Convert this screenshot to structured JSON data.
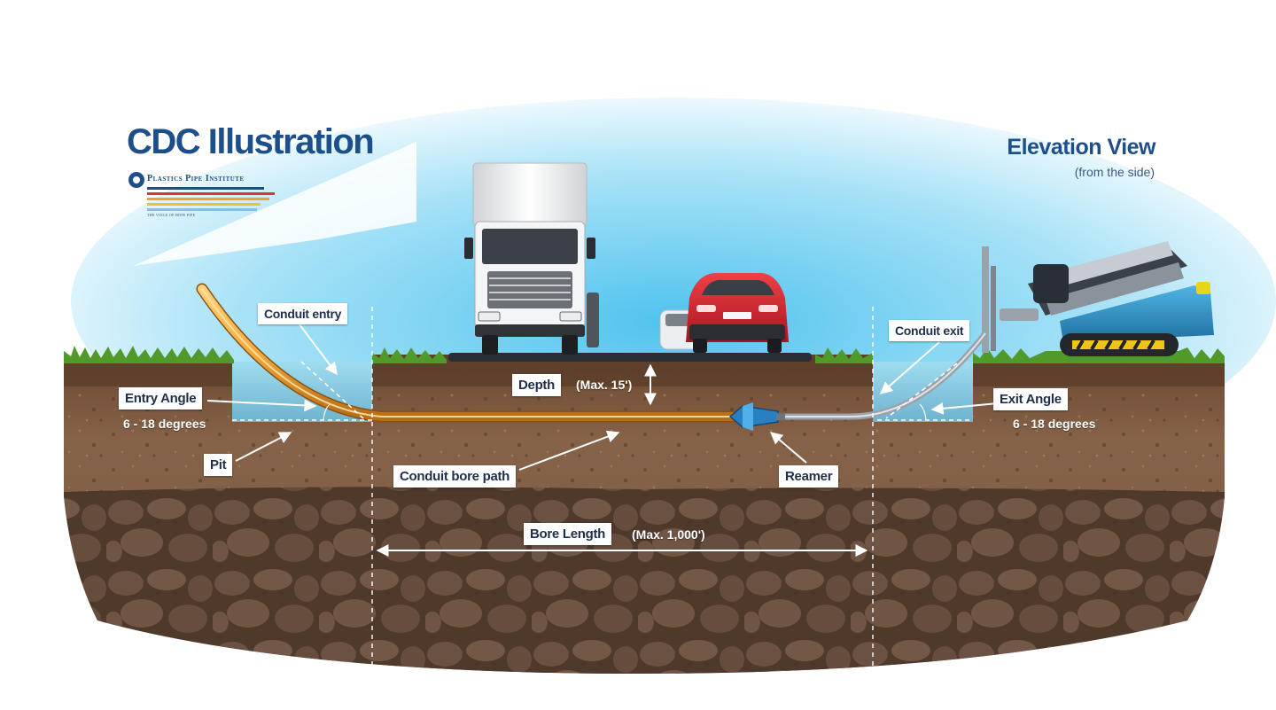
{
  "header": {
    "title": "CDC Illustration",
    "organization": "Plastics Pipe Institute",
    "org_tagline": "THE VOICE OF HDPE PIPE",
    "view_title": "Elevation View",
    "view_subtitle": "(from the side)"
  },
  "labels": {
    "conduit_entry": "Conduit entry",
    "entry_angle": "Entry Angle",
    "entry_angle_range": "6 - 18 degrees",
    "pit": "Pit",
    "depth": "Depth",
    "depth_max": "(Max. 15')",
    "conduit_bore_path": "Conduit bore path",
    "reamer": "Reamer",
    "bore_length": "Bore Length",
    "bore_length_max": "(Max. 1,000')",
    "conduit_exit": "Conduit exit",
    "exit_angle": "Exit Angle",
    "exit_angle_range": "6 - 18 degrees"
  },
  "colors": {
    "title_blue": "#1d4f8a",
    "sky": "#8fd6f2",
    "topsoil": "#6e4a33",
    "subsoil": "#8b6a4f",
    "rock_layer": "#5a4232",
    "grass": "#4f9a2a",
    "conduit": "#f2a93b",
    "drill_blue": "#2e8fc7",
    "car_red": "#d1212a"
  }
}
